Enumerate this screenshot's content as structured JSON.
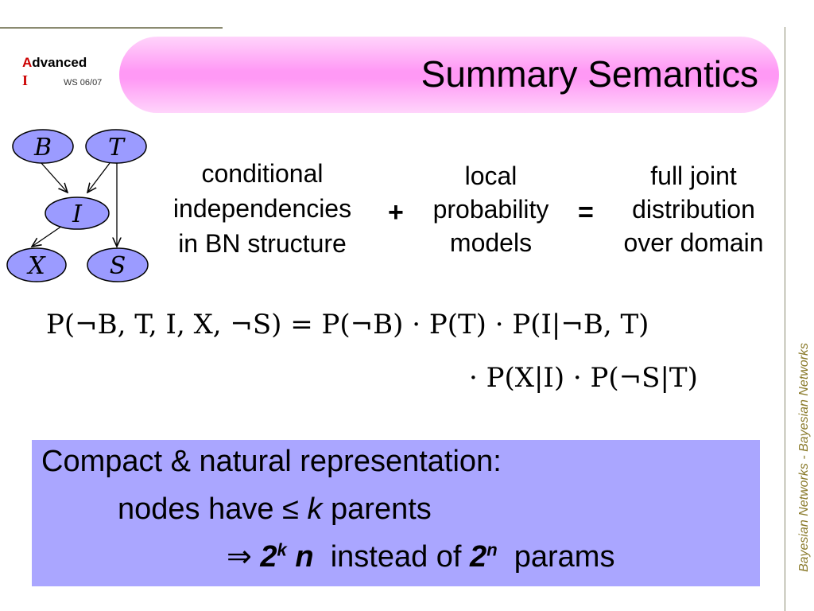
{
  "logo": {
    "first_letter": "A",
    "rest": "dvanced",
    "line2": "I"
  },
  "course_term": "WS 06/07",
  "title": "Summary Semantics",
  "network": {
    "nodes": [
      {
        "id": "B",
        "label": "B"
      },
      {
        "id": "T",
        "label": "T"
      },
      {
        "id": "I",
        "label": "I"
      },
      {
        "id": "X",
        "label": "X"
      },
      {
        "id": "S",
        "label": "S"
      }
    ],
    "edges": [
      [
        "B",
        "I"
      ],
      [
        "T",
        "I"
      ],
      [
        "I",
        "X"
      ],
      [
        "T",
        "S"
      ]
    ],
    "node_fill": "#9b9bff"
  },
  "concepts": {
    "left": [
      "conditional",
      "independencies",
      "in BN structure"
    ],
    "plus": "+",
    "middle": [
      "local",
      "probability",
      "models"
    ],
    "equals": "=",
    "right": [
      "full joint",
      "distribution",
      "over domain"
    ]
  },
  "formula": {
    "line1": "P(¬B, T, I, X, ¬S) = P(¬B) · P(T) · P(I|¬B, T)",
    "line2": "· P(X|I) · P(¬S|T)"
  },
  "summary": {
    "line1": "Compact & natural representation:",
    "line2_pre": "nodes have ",
    "line2_leq": "≤",
    "line2_k": "k",
    "line2_post": " parents",
    "line3_arrow": "⇒",
    "line3_2a": "2",
    "line3_k": "k",
    "line3_n": " n",
    "line3_mid": "  instead of ",
    "line3_2b": "2",
    "line3_nsup": "n",
    "line3_post": "  params",
    "box_color": "#aaa6ff"
  },
  "side_label": "Bayesian Networks - Bayesian Networks"
}
